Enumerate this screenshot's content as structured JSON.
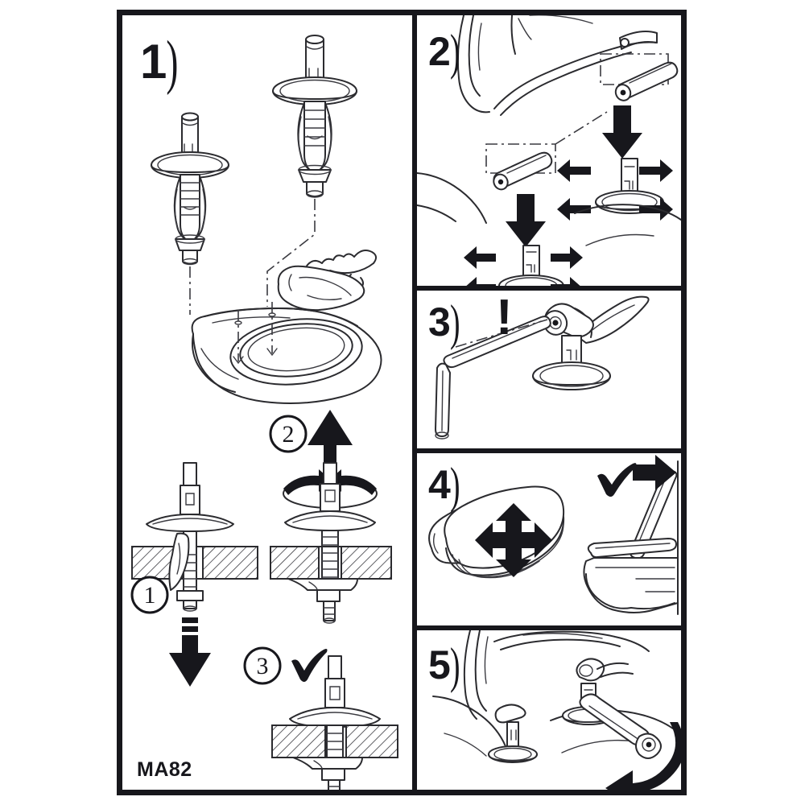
{
  "document": {
    "type": "assembly-instruction-sheet",
    "product_code": "MA82",
    "subject": "Toilet seat hinge fixing kit installation",
    "background_color": "#ffffff",
    "frame_color": "#17171c",
    "line_color": "#2b2b2f"
  },
  "panels": [
    {
      "id": "panel-1",
      "number": "1",
      "number_label": "1",
      "paren": ")",
      "position": "left-column",
      "description": "Insert expansion anchor bolts into the ceramic mounting holes; clean the ceramic surface with a cloth.",
      "sub_steps": [
        {
          "callout": "1",
          "action": "push anchor down through hole",
          "arrow": "down"
        },
        {
          "callout": "2",
          "action": "pull up and rotate to expand anchor",
          "arrow": "up-and-rotate"
        },
        {
          "callout": "3",
          "action": "anchor set correctly",
          "arrow": "check"
        }
      ],
      "parts": [
        "expansion-anchor-bolt",
        "washer-disc",
        "nut",
        "ceramic-bowl",
        "cleaning-cloth"
      ]
    },
    {
      "id": "panel-2",
      "number": "2",
      "number_label": "2",
      "paren": ")",
      "position": "right-column-top",
      "description": "Lower the hinge pins onto the mounted studs; the seat can be adjusted in four directions.",
      "arrows": [
        "down",
        "down",
        "four-way-adjust",
        "four-way-adjust"
      ],
      "parts": [
        "hinge-pin",
        "mounting-stud",
        "washer-disc",
        "toilet-bowl"
      ]
    },
    {
      "id": "panel-3",
      "number": "3",
      "number_label": "3",
      "paren": ")",
      "position": "right-column-second",
      "description": "Warning: tighten the hinge grub screw with the supplied Allen key.",
      "warning_symbol": "!",
      "parts": [
        "allen-key",
        "hinge-body",
        "washer-disc"
      ]
    },
    {
      "id": "panel-4",
      "number": "4",
      "number_label": "4",
      "paren": ")",
      "position": "right-column-third",
      "description": "Align the seat in all four directions, then check the fit against the bowl.",
      "arrows": [
        "four-way-adjust",
        "check-then-right"
      ],
      "parts": [
        "toilet-seat",
        "toilet-lid",
        "toilet-bowl"
      ]
    },
    {
      "id": "panel-5",
      "number": "5",
      "number_label": "5",
      "paren": ")",
      "position": "right-column-bottom",
      "description": "Finally tighten the fixing nuts from underneath with the spanner, turning in the arrow direction.",
      "arrows": [
        "curved-clockwise"
      ],
      "parts": [
        "spanner-wrench",
        "hinge-post",
        "washer-disc",
        "toilet-bowl"
      ]
    }
  ],
  "symbols": {
    "warning": "!",
    "check": "✔",
    "callout_1": "1",
    "callout_2": "2",
    "callout_3": "3"
  }
}
